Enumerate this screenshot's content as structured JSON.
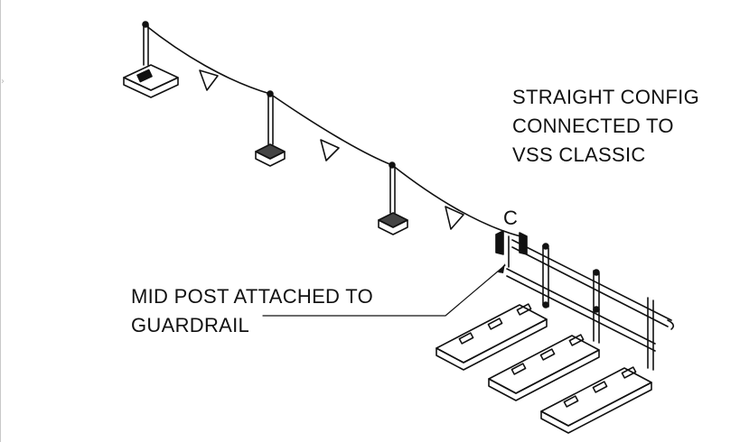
{
  "notes": {
    "config_lines": [
      "STRAIGHT CONFIG",
      "CONNECTED TO",
      "VSS CLASSIC"
    ],
    "callout_lines": [
      "MID POST ATTACHED TO",
      "GUARDRAIL"
    ],
    "detail_letter": "C"
  },
  "components": {
    "bases": [
      "end-post-base",
      "mid-post-base",
      "mid-post-base",
      "guardrail-ballast-row",
      "guardrail-ballast-row",
      "guardrail-ballast-row"
    ],
    "posts": [
      "end-post",
      "mid-post",
      "mid-post"
    ],
    "flags": [
      "pennant-flag",
      "pennant-flag",
      "pennant-flag"
    ]
  },
  "colors": {
    "line": "#111111",
    "background": "#ffffff",
    "border": "#c8c8c8"
  }
}
